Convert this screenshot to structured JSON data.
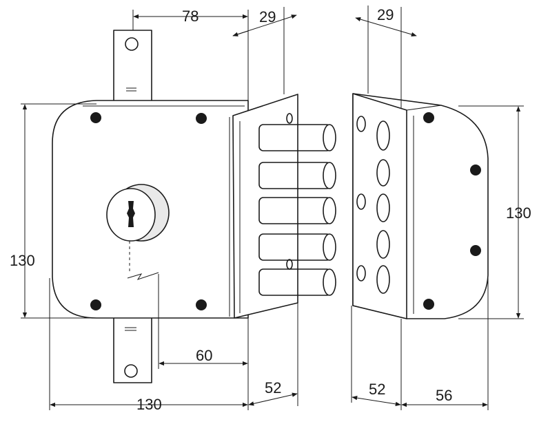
{
  "dimensions": {
    "top_78": "78",
    "top_29_left": "29",
    "top_29_right": "29",
    "left_130": "130",
    "right_130": "130",
    "inner_60": "60",
    "bottom_130": "130",
    "bottom_52_left": "52",
    "bottom_52_right": "52",
    "bottom_56": "56"
  },
  "bolt_count": 5,
  "keeper_hole_count": 5
}
